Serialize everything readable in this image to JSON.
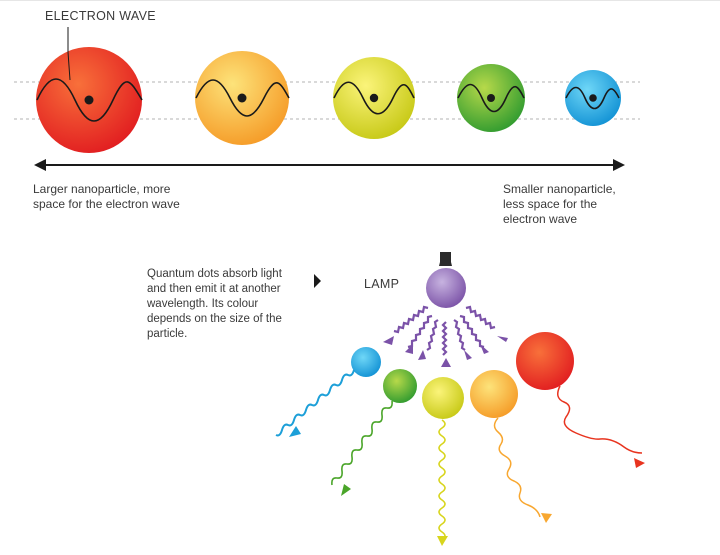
{
  "labels": {
    "electron_wave": "ELECTRON WAVE",
    "lamp": "LAMP"
  },
  "captions": {
    "larger": "Larger nanoparticle, more\nspace for the electron wave",
    "smaller": "Smaller nanoparticle,\nless space for the\nelectron wave",
    "quantum_dots": "Quantum dots absorb light\nand then emit it at another\nwavelength. Its colour\ndepends on the size of the\nparticle."
  },
  "colors": {
    "red": "#e8341f",
    "orange": "#f8a730",
    "yellow": "#d8d51d",
    "green": "#4aa529",
    "blue": "#1c9fd8",
    "violet": "#7b52a8",
    "arrow": "#1a1a1a"
  },
  "icons": {
    "lamp": "light-bulb-icon",
    "pointer": "triangle-right-icon"
  }
}
